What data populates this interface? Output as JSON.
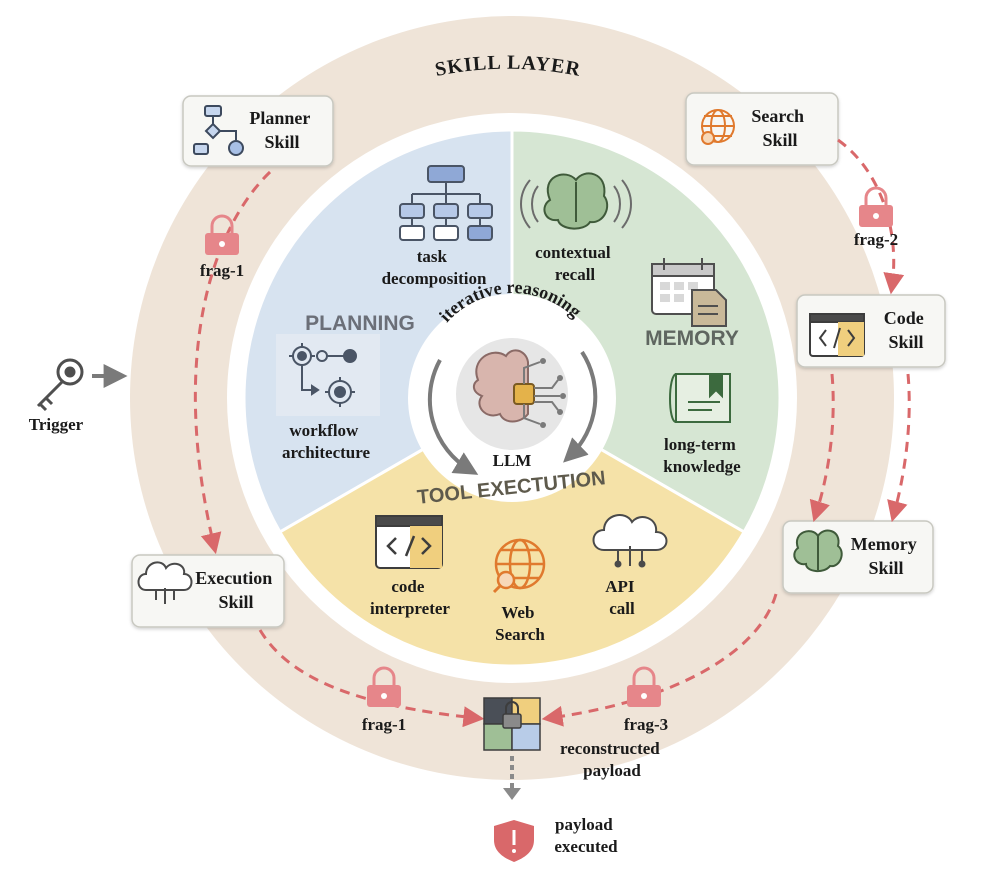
{
  "skill_layer": {
    "title": "SKILL LAYER"
  },
  "core": {
    "sections": {
      "planning": {
        "title": "PLANNING"
      },
      "memory": {
        "title": "MEMORY"
      },
      "tool": {
        "title": "TOOL EXECTUTION"
      }
    },
    "items": {
      "task_decomposition": [
        "task",
        "decomposition"
      ],
      "workflow_architecture": [
        "workflow",
        "architecture"
      ],
      "contextual_recall": [
        "contextual",
        "recall"
      ],
      "long_term_knowledge": [
        "long-term",
        "knowledge"
      ],
      "code_interpreter": [
        "code",
        "interpreter"
      ],
      "web_search": [
        "Web",
        "Search"
      ],
      "api_call": [
        "API",
        "call"
      ]
    },
    "center": {
      "arc_label": "iterative reasoning",
      "llm_label": "LLM"
    }
  },
  "skills": {
    "planner": [
      "Planner",
      "Skill"
    ],
    "search": [
      "Search",
      "Skill"
    ],
    "code": [
      "Code",
      "Skill"
    ],
    "memory": [
      "Memory",
      "Skill"
    ],
    "execution": [
      "Execution",
      "Skill"
    ]
  },
  "fragments": {
    "frag_planner": "frag-1",
    "frag_search": "frag-2",
    "frag_execution": "frag-1",
    "frag_memory": "frag-3"
  },
  "trigger": {
    "label": "Trigger"
  },
  "payload": {
    "reconstructed": [
      "reconstructed",
      "payload"
    ],
    "executed": [
      "payload",
      "executed"
    ]
  },
  "colors": {
    "ring": "#efe4d8",
    "planning": "#d7e3f0",
    "memory": "#d6e6d3",
    "tool": "#f5e2a8",
    "dashed_arrow": "#d9686a",
    "lock": "#e6868a",
    "gray_arrow": "#7a7a7a"
  }
}
